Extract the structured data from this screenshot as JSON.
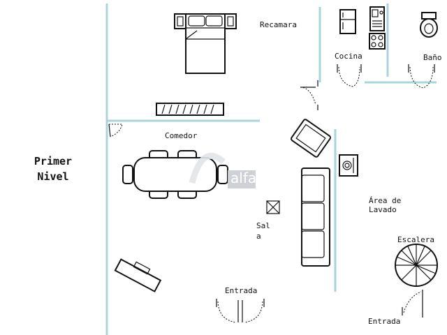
{
  "plan": {
    "level_title_line1": "Primer",
    "level_title_line2": "Nivel",
    "rooms": {
      "recamara": "Recamara",
      "cocina": "Cocina",
      "bano": "Baño",
      "comedor": "Comedor",
      "sala_line1": "Sal",
      "sala_line2": "a",
      "lavado_line1": "Área de",
      "lavado_line2": "Lavado",
      "escalera": "Escalera",
      "entrada_main": "Entrada",
      "entrada_side": "Entrada"
    },
    "watermark": "alfa"
  },
  "colors": {
    "wall": "#a9d4dc",
    "ink": "#111111"
  }
}
